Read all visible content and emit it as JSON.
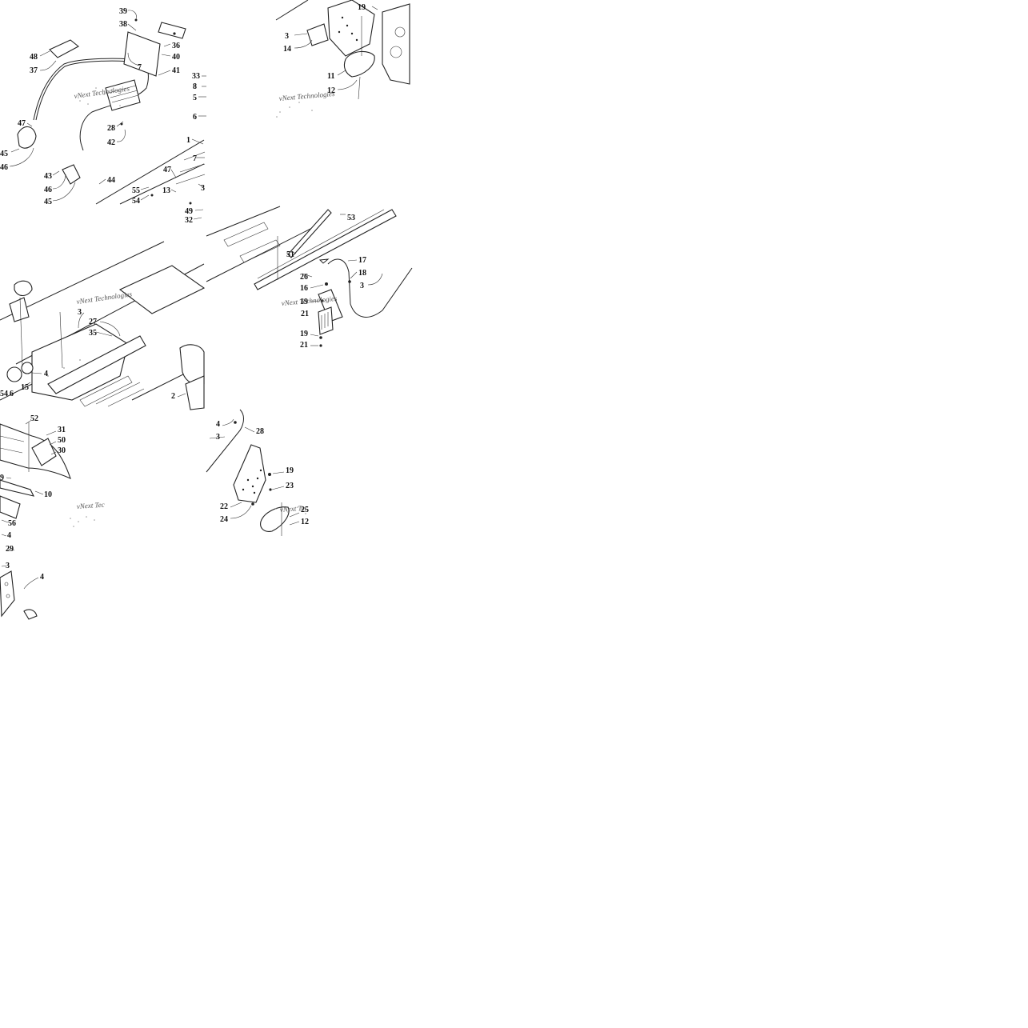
{
  "watermark": {
    "text_full": "vNext Technologies",
    "text_short": "vNext Tec"
  },
  "callouts": {
    "tl": [
      "39",
      "38",
      "36",
      "40",
      "7",
      "41",
      "48",
      "37",
      "33",
      "8",
      "5",
      "6",
      "28",
      "42",
      "47",
      "45",
      "46",
      "43",
      "46",
      "45",
      "44",
      "1",
      "7",
      "47",
      "3",
      "55",
      "54",
      "13",
      "49",
      "32"
    ],
    "tr": [
      "19",
      "3",
      "14",
      "11",
      "12"
    ],
    "ml": [
      "3",
      "27",
      "35",
      "4",
      "15",
      "6",
      "54",
      "2"
    ],
    "mr": [
      "53",
      "51",
      "17",
      "18",
      "16",
      "26",
      "3",
      "19",
      "21",
      "19",
      "21"
    ],
    "bl": [
      "52",
      "31",
      "50",
      "30",
      "10",
      "9",
      "56",
      "4",
      "29",
      "3",
      "4"
    ],
    "bm": [
      "4",
      "3",
      "28",
      "19",
      "23",
      "22",
      "24",
      "25",
      "12"
    ]
  }
}
